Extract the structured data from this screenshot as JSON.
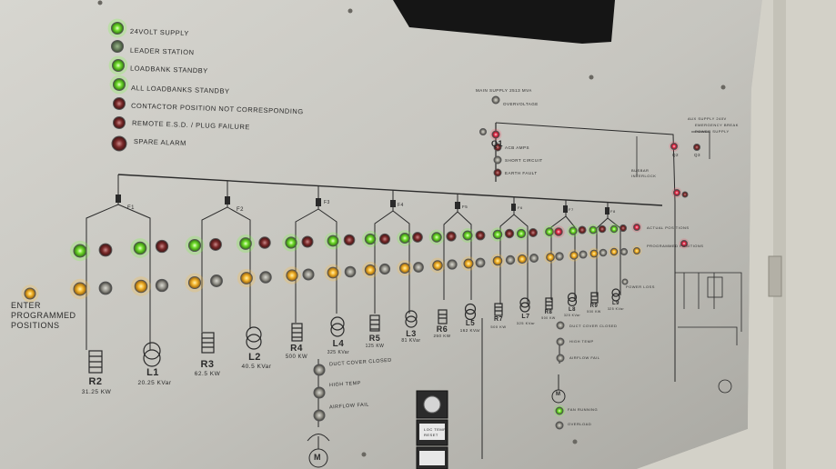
{
  "status_indicators": [
    {
      "label": "24VOLT SUPPLY",
      "lamp": "green-lit"
    },
    {
      "label": "LEADER STATION",
      "lamp": "green-dim"
    },
    {
      "label": "LOADBANK STANDBY",
      "lamp": "green-lit"
    },
    {
      "label": "ALL LOADBANKS STANDBY",
      "lamp": "green-lit"
    },
    {
      "label": "CONTACTOR POSITION NOT CORRESPONDING",
      "lamp": "red-dim"
    },
    {
      "label": "REMOTE E.S.D. / PLUG FAILURE",
      "lamp": "red-dim"
    },
    {
      "label": "SPARE ALARM",
      "lamp": "red-dim"
    }
  ],
  "enter_programmed_positions": {
    "line1": "ENTER",
    "line2": "PROGRAMMED",
    "line3": "POSITIONS"
  },
  "fuses": [
    "F1",
    "F2",
    "F3",
    "F4",
    "F5",
    "F6",
    "F7",
    "F8"
  ],
  "loads": [
    {
      "name": "R2",
      "value": "31.25 KW",
      "type": "resistor"
    },
    {
      "name": "L1",
      "value": "20.25 KVar",
      "type": "inductor"
    },
    {
      "name": "R3",
      "value": "62.5 KW",
      "type": "resistor"
    },
    {
      "name": "L2",
      "value": "40.5 KVar",
      "type": "inductor"
    },
    {
      "name": "R4",
      "value": "500 KW",
      "type": "resistor"
    },
    {
      "name": "L4",
      "value": "325 KVar",
      "type": "inductor"
    },
    {
      "name": "R5",
      "value": "125 KW",
      "type": "resistor"
    },
    {
      "name": "L3",
      "value": "81 KVar",
      "type": "inductor"
    },
    {
      "name": "R6",
      "value": "250 KW",
      "type": "resistor"
    },
    {
      "name": "L5",
      "value": "162 KVar",
      "type": "inductor"
    },
    {
      "name": "R7",
      "value": "500 KW",
      "type": "resistor"
    },
    {
      "name": "L7",
      "value": "325 KVar",
      "type": "inductor"
    },
    {
      "name": "R8",
      "value": "500 KW",
      "type": "resistor"
    },
    {
      "name": "L8",
      "value": "325 KVar",
      "type": "inductor"
    },
    {
      "name": "R9",
      "value": "500 KW",
      "type": "resistor"
    },
    {
      "name": "L9",
      "value": "325 KVar",
      "type": "inductor"
    }
  ],
  "main_supply": {
    "title": "MAIN SUPPLY 2513 MVA",
    "sub": "OVERVOLTAGE"
  },
  "q1": {
    "label": "Q1",
    "alarms": [
      "ACB AMPS",
      "SHORT CIRCUIT",
      "EARTH FAULT"
    ]
  },
  "q2_label": "Q2",
  "q3_label": "Q3",
  "busbar_labels": [
    "BUSBAR",
    "INTERLOCK"
  ],
  "right_labels": [
    "ACTUAL POSITIONS",
    "PROGRAMMED POSITIONS",
    "POWER LOSS"
  ],
  "aux_supply": [
    "AUX SUPPLY 240V",
    "EMERGENCY BREAK",
    "POWER SUPPLY"
  ],
  "fan_alarms_centre": [
    "DUCT COVER CLOSED",
    "HIGH TEMP",
    "AIRFLOW FAIL"
  ],
  "fan_alarms_right": [
    "DUCT COVER CLOSED",
    "HIGH TEMP",
    "AIRFLOW FAIL"
  ],
  "fan_status_right": [
    "FAN RUNNING",
    "OVERLOAD"
  ],
  "switch_block": {
    "line1": "LOC TEMP",
    "line2": "RESET"
  },
  "fan_symbol": "M",
  "colors": {
    "green_lit": "#5bd12a",
    "amber_lit": "#f2b12a",
    "red_dim": "#7a2a2a",
    "red_lit": "#e0304a",
    "panel": "#c9c8c2",
    "line": "#333333"
  }
}
